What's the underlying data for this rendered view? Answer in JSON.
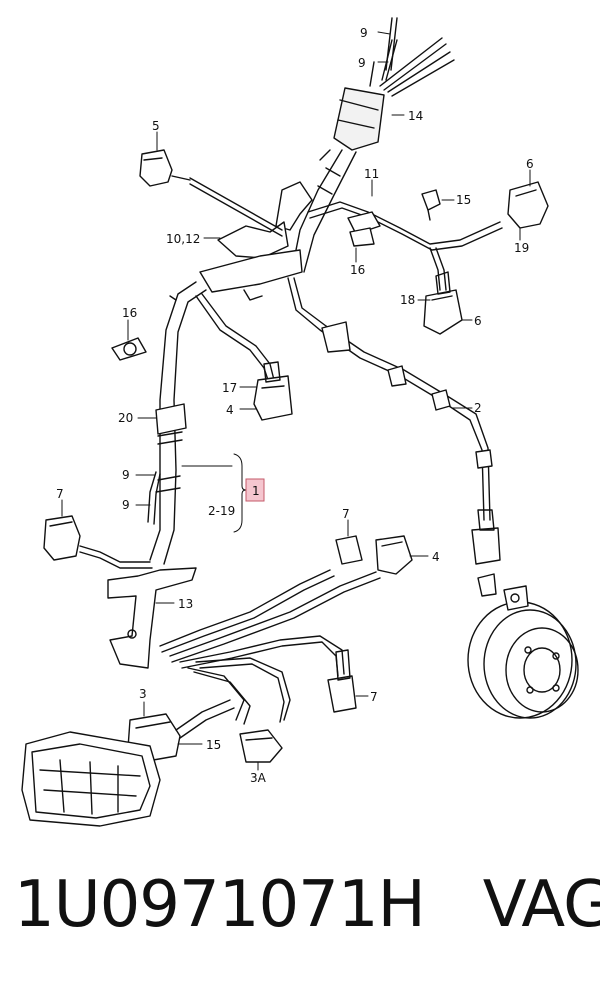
{
  "diagram": {
    "callouts": {
      "c9_top": "9",
      "c9_second": "9",
      "c14": "14",
      "c5": "5",
      "c11": "11",
      "c6_top": "6",
      "c15_right": "15",
      "c19": "19",
      "c10_12": "10,12",
      "c16_right": "16",
      "c18": "18",
      "c6_mid": "6",
      "c16_left": "16",
      "c17": "17",
      "c4_left": "4",
      "c2": "2",
      "c20": "20",
      "c9_left_a": "9",
      "c9_left_b": "9",
      "c1": "1",
      "c2_19": "2-19",
      "c7_left": "7",
      "c7_mid": "7",
      "c4_right": "4",
      "c13": "13",
      "c7_bottom": "7",
      "c3": "3",
      "c15_bottom": "15",
      "c3a": "3A"
    },
    "highlight_color": "#f5c6cf"
  },
  "footer": {
    "part_number": "1U0971071H",
    "brand": "VAG"
  }
}
